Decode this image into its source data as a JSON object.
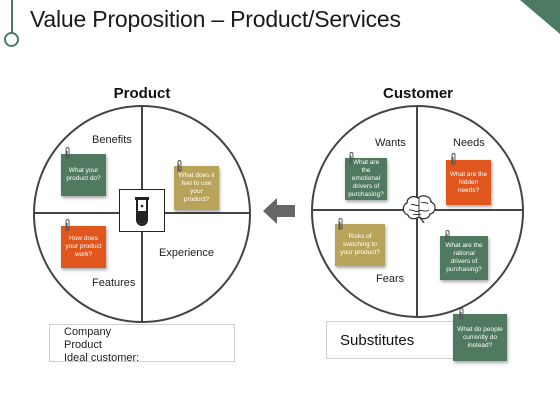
{
  "title": "Value Proposition – Product/Services",
  "product": {
    "heading": "Product",
    "benefits": "Benefits",
    "experience": "Experience",
    "features": "Features",
    "note_benefits": "What your product do?",
    "note_experience": "What does it feel to use your product?",
    "note_features": "How does your product work?"
  },
  "customer": {
    "heading": "Customer",
    "wants": "Wants",
    "needs": "Needs",
    "fears": "Fears",
    "note_wants": "What are the emotional drivers of purchasing?",
    "note_needs": "What are the hidden needs?",
    "note_fears": "Risks of switching to your product?",
    "note_rational": "What are the rational drivers of purchasing?"
  },
  "bottom_left": {
    "lines": [
      "Company",
      "Product",
      "Ideal customer:"
    ]
  },
  "substitutes": {
    "label": "Substitutes",
    "note": "What do people currently do instead?"
  },
  "icons": {
    "product_center": "test-tube-icon",
    "customer_center": "brain-icon",
    "arrow": "left-arrow-icon",
    "clip": "paperclip-icon"
  },
  "colors": {
    "green": "#4f7a5f",
    "orange": "#e0561c",
    "khaki": "#b7a45a",
    "accent": "#4c7a62"
  }
}
